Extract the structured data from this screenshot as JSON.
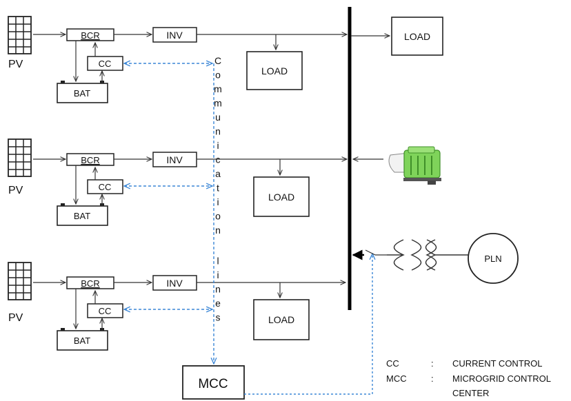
{
  "labels": {
    "pv": "PV",
    "bcr": "BCR",
    "cc": "CC",
    "bat": "BAT",
    "inv": "INV",
    "load": "LOAD",
    "mcc": "MCC",
    "pln": "PLN"
  },
  "communication_lines": "Communication lines",
  "legend": [
    {
      "abbr": "CC",
      "sep": ":",
      "text": "CURRENT CONTROL",
      "text2": ""
    },
    {
      "abbr": "MCC",
      "sep": ":",
      "text": "MICROGRID CONTROL",
      "text2": "CENTER"
    }
  ],
  "colors": {
    "line": "#333333",
    "comm": "#3a86d6",
    "generator_body": "#7fd35a",
    "generator_dark": "#3f8f28",
    "bus": "#000000"
  },
  "icons": {
    "generator": "generator-icon",
    "transformer": "transformer-icon",
    "breaker": "circuit-breaker-icon"
  }
}
